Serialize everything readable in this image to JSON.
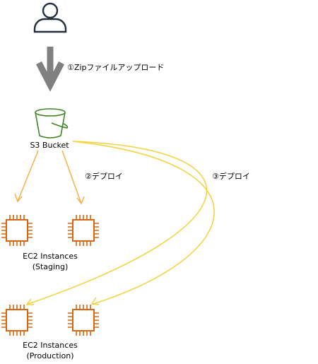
{
  "colors": {
    "user": "#232f3e",
    "upload_arrow": "#808080",
    "bucket": "#3f8624",
    "ec2": "#d86613",
    "arrow_orange": "#f5b14c",
    "arrow_yellow": "#f4d23c"
  },
  "icons": {
    "user": "user-icon",
    "bucket": "s3-bucket-icon",
    "instance": "ec2-instance-icon"
  },
  "steps": {
    "upload": "①Zipファイルアップロード",
    "deploy_staging": "②デプロイ",
    "deploy_production": "③デプロイ"
  },
  "nodes": {
    "bucket_label": "S3 Bucket",
    "staging_line1": "EC2 Instances",
    "staging_line2": "(Staging)",
    "production_line1": "EC2 Instances",
    "production_line2": "(Production)"
  }
}
